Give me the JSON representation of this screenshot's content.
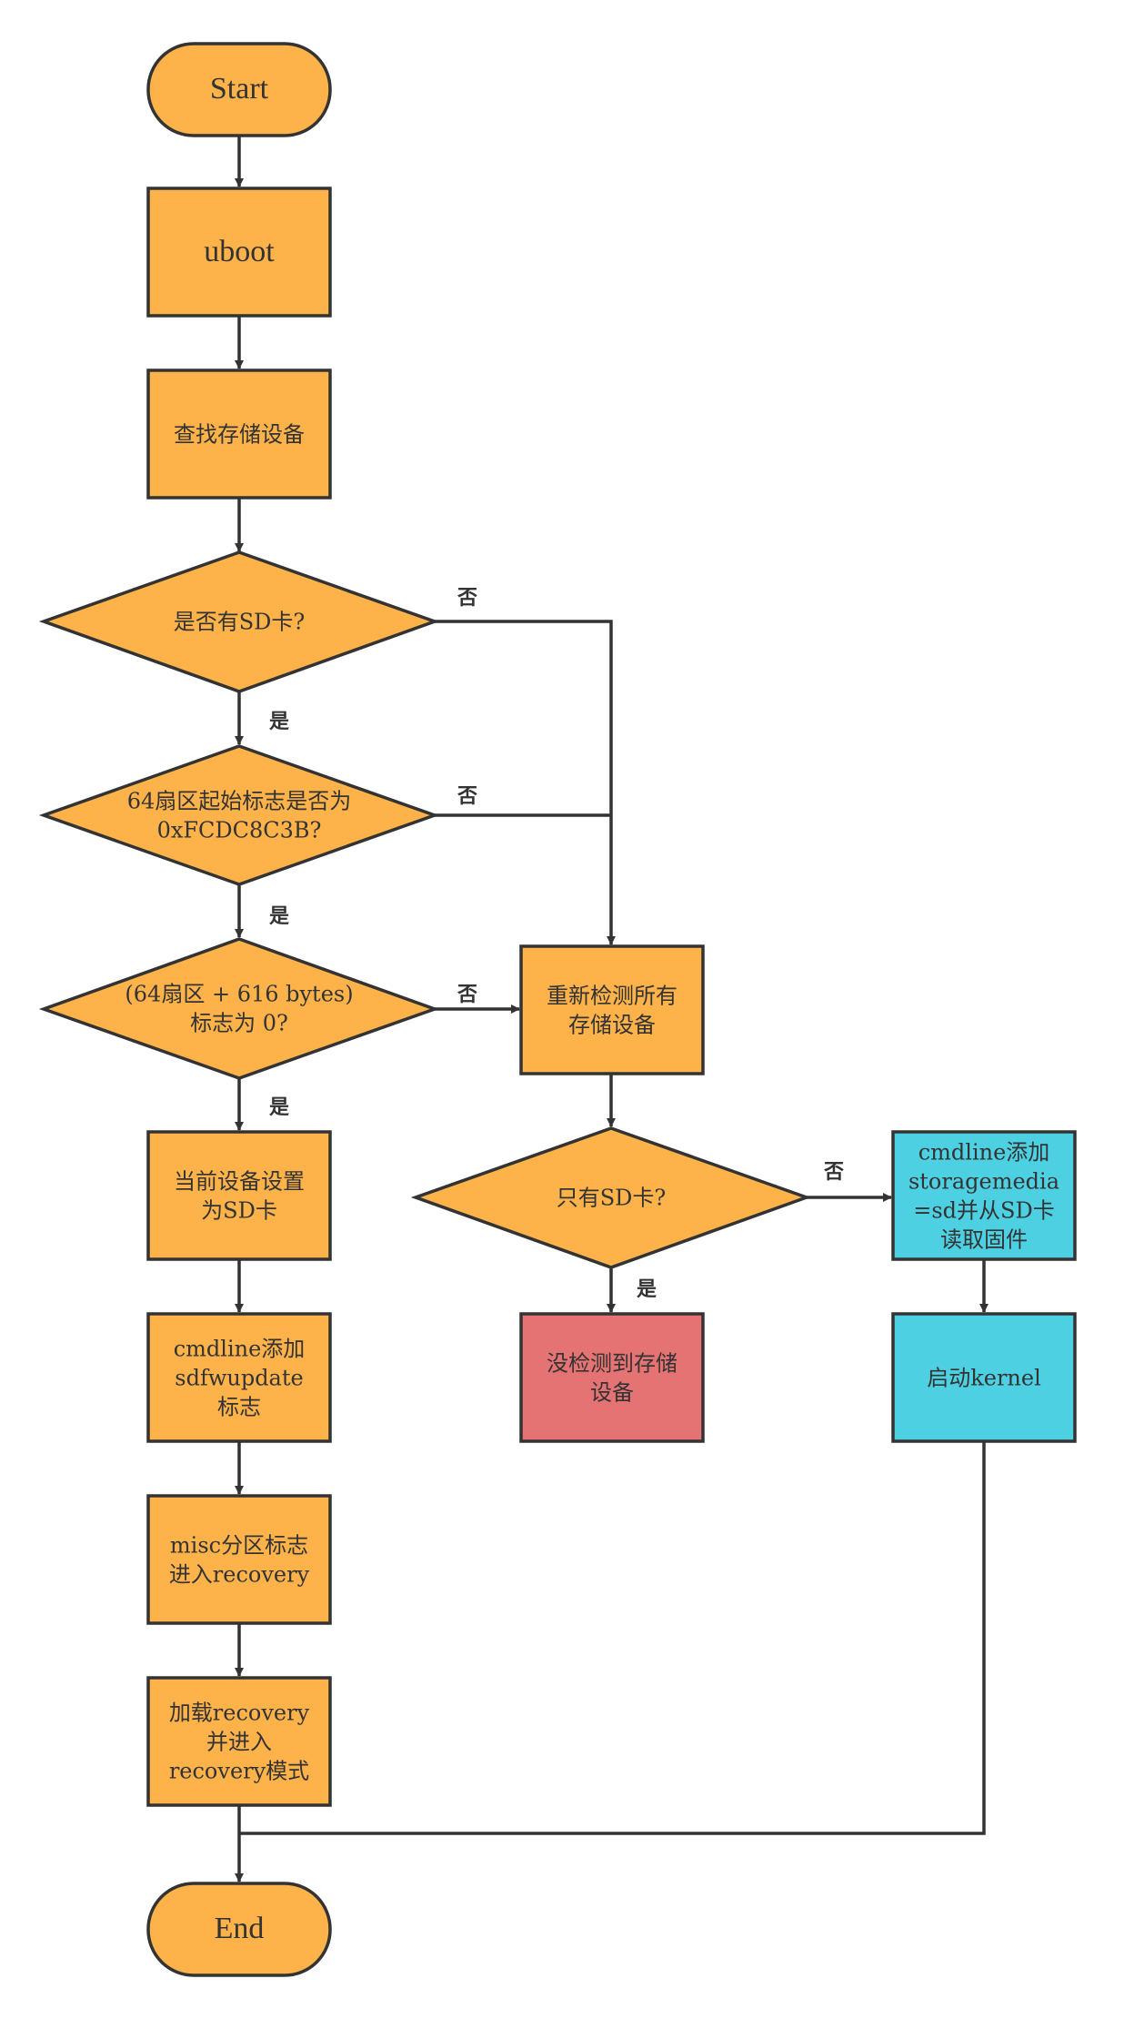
{
  "colors": {
    "orange": "#FDB24A",
    "red": "#E57373",
    "cyan": "#4DD0E1",
    "line": "#333333"
  },
  "nodes": {
    "start": "Start",
    "uboot": "uboot",
    "find_storage": "查找存储设备",
    "has_sd": "是否有SD卡?",
    "sector64_line1": "64扇区起始标志是否为",
    "sector64_line2": "0xFCDC8C3B?",
    "flag616_line1": "(64扇区 + 616 bytes)",
    "flag616_line2": "标志为 0?",
    "set_sd_line1": "当前设备设置",
    "set_sd_line2": "为SD卡",
    "cmdline_sdfw_line1": "cmdline添加",
    "cmdline_sdfw_line2": "sdfwupdate",
    "cmdline_sdfw_line3": "标志",
    "misc_line1": "misc分区标志",
    "misc_line2": "进入recovery",
    "load_recovery_line1": "加载recovery",
    "load_recovery_line2": "并进入",
    "load_recovery_line3": "recovery模式",
    "end": "End",
    "redetect_line1": "重新检测所有",
    "redetect_line2": "存储设备",
    "only_sd": "只有SD卡?",
    "no_storage_line1": "没检测到存储",
    "no_storage_line2": "设备",
    "cmdline_storage_line1": "cmdline添加",
    "cmdline_storage_line2": "storagemedia",
    "cmdline_storage_line3": "=sd并从SD卡",
    "cmdline_storage_line4": "读取固件",
    "boot_kernel": "启动kernel"
  },
  "labels": {
    "yes": "是",
    "no": "否"
  }
}
